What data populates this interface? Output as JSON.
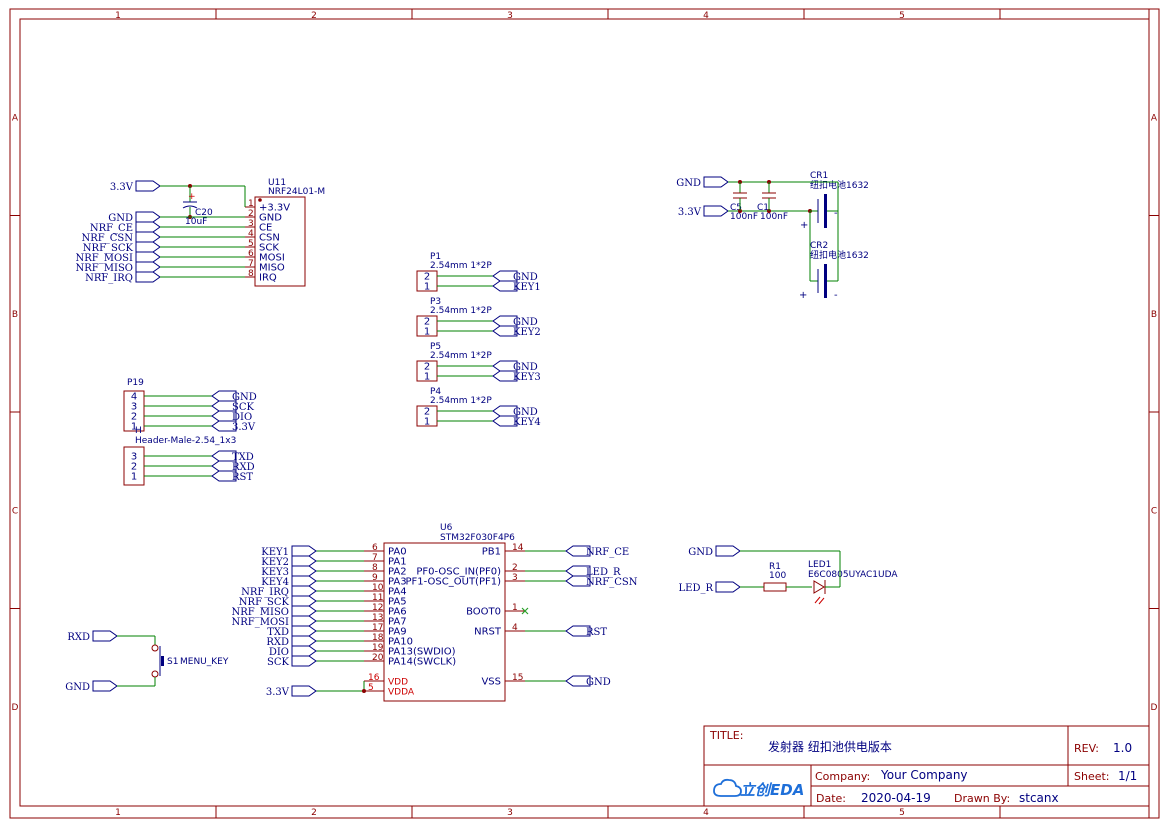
{
  "frame": {
    "columns": [
      "1",
      "2",
      "3",
      "4",
      "5"
    ],
    "rows": [
      "A",
      "B",
      "C",
      "D"
    ]
  },
  "u11": {
    "ref": "U11",
    "value": "NRF24L01-M",
    "pins": [
      {
        "num": "1",
        "name": "+3.3V"
      },
      {
        "num": "2",
        "name": "GND"
      },
      {
        "num": "3",
        "name": "CE"
      },
      {
        "num": "4",
        "name": "CSN"
      },
      {
        "num": "5",
        "name": "SCK"
      },
      {
        "num": "6",
        "name": "MOSI"
      },
      {
        "num": "7",
        "name": "MISO"
      },
      {
        "num": "8",
        "name": "IRQ"
      }
    ],
    "nets": [
      "3.3V",
      "GND",
      "NRF_CE",
      "NRF_CSN",
      "NRF_SCK",
      "NRF_MOSI",
      "NRF_MISO",
      "NRF_IRQ"
    ],
    "cap": {
      "ref": "C20",
      "value": "10uF"
    }
  },
  "p19": {
    "ref": "P19",
    "pins": [
      "4",
      "3",
      "2",
      "1"
    ],
    "nets": [
      "GND",
      "SCK",
      "DIO",
      "3.3V"
    ]
  },
  "h1": {
    "ref": "H",
    "value": "Header-Male-2.54_1x3",
    "pins": [
      "3",
      "2",
      "1"
    ],
    "nets": [
      "TXD",
      "RXD",
      "RST"
    ]
  },
  "keys": [
    {
      "ref": "P1",
      "value": "2.54mm 1*2P",
      "nets": [
        "GND",
        "KEY1"
      ]
    },
    {
      "ref": "P3",
      "value": "2.54mm 1*2P",
      "nets": [
        "GND",
        "KEY2"
      ]
    },
    {
      "ref": "P5",
      "value": "2.54mm 1*2P",
      "nets": [
        "GND",
        "KEY3"
      ]
    },
    {
      "ref": "P4",
      "value": "2.54mm 1*2P",
      "nets": [
        "GND",
        "KEY4"
      ]
    }
  ],
  "key_pins": [
    "2",
    "1"
  ],
  "battery": {
    "gnd": "GND",
    "vcc": "3.3V",
    "c5": {
      "ref": "C5",
      "value": "100nF"
    },
    "c1": {
      "ref": "C1",
      "value": "100nF"
    },
    "cr1": {
      "ref": "CR1",
      "value": "纽扣电池1632"
    },
    "cr2": {
      "ref": "CR2",
      "value": "纽扣电池1632"
    },
    "plus": "+",
    "minus": "-"
  },
  "u6": {
    "ref": "U6",
    "value": "STM32F030F4P6",
    "left_pins": [
      {
        "num": "6",
        "name": "PA0",
        "net": "KEY1"
      },
      {
        "num": "7",
        "name": "PA1",
        "net": "KEY2"
      },
      {
        "num": "8",
        "name": "PA2",
        "net": "KEY3"
      },
      {
        "num": "9",
        "name": "PA3",
        "net": "KEY4"
      },
      {
        "num": "10",
        "name": "PA4",
        "net": "NRF_IRQ"
      },
      {
        "num": "11",
        "name": "PA5",
        "net": "NRF_SCK"
      },
      {
        "num": "12",
        "name": "PA6",
        "net": "NRF_MISO"
      },
      {
        "num": "13",
        "name": "PA7",
        "net": "NRF_MOSI"
      },
      {
        "num": "17",
        "name": "PA9",
        "net": "TXD"
      },
      {
        "num": "18",
        "name": "PA10",
        "net": "RXD"
      },
      {
        "num": "19",
        "name": "PA13(SWDIO)",
        "net": "DIO"
      },
      {
        "num": "20",
        "name": "PA14(SWCLK)",
        "net": "SCK"
      }
    ],
    "power_pins": [
      {
        "num": "16",
        "name": "VDD"
      },
      {
        "num": "5",
        "name": "VDDA"
      }
    ],
    "power_net": "3.3V",
    "right_pins": [
      {
        "num": "14",
        "name": "PB1",
        "net": "NRF_CE"
      },
      {
        "num": "2",
        "name": "PF0-OSC_IN(PF0)",
        "net": "LED_R"
      },
      {
        "num": "3",
        "name": "PF1-OSC_OUT(PF1)",
        "net": "NRF_CSN"
      },
      {
        "num": "1",
        "name": "BOOT0",
        "net": ""
      },
      {
        "num": "4",
        "name": "NRST",
        "net": "RST"
      },
      {
        "num": "15",
        "name": "VSS",
        "net": "GND"
      }
    ]
  },
  "switch": {
    "ref": "S1",
    "value": "MENU_KEY",
    "net_top": "RXD",
    "net_bottom": "GND"
  },
  "led": {
    "gnd_net": "GND",
    "in_net": "LED_R",
    "r": {
      "ref": "R1",
      "value": "100"
    },
    "led": {
      "ref": "LED1",
      "value": "E6C0805UYAC1UDA"
    }
  },
  "title_block": {
    "title_label": "TITLE:",
    "title": "发射器 纽扣池供电版本",
    "rev_label": "REV:",
    "rev": "1.0",
    "company_label": "Company:",
    "company": "Your Company",
    "sheet_label": "Sheet:",
    "sheet": "1/1",
    "date_label": "Date:",
    "date": "2020-04-19",
    "drawn_label": "Drawn By:",
    "drawn": "stcanx",
    "logo": "立创EDA"
  },
  "colors": {
    "frame": "#8b0000",
    "wire": "#008000",
    "net": "#000080",
    "pin": "#8b0000",
    "power_pin": "#cc0000"
  }
}
